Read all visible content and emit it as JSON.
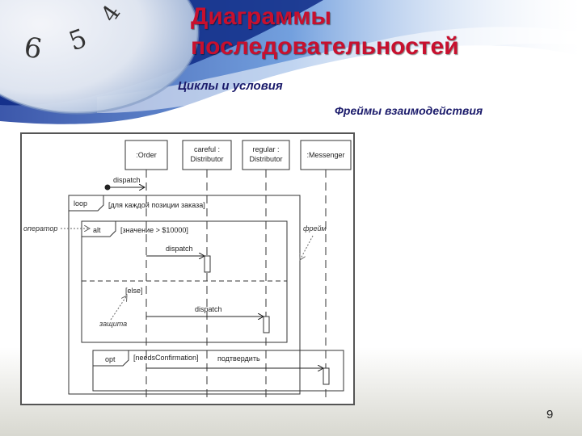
{
  "slide": {
    "title_line1": "Диаграммы",
    "title_line2": "последовательностей",
    "subtitle": "Циклы и условия",
    "caption": "Фреймы взаимодействия",
    "page_number": "9"
  },
  "decor": {
    "clock_numbers": [
      "6",
      "5",
      "4"
    ]
  },
  "diagram": {
    "lifelines": [
      {
        "line1": ":Order",
        "line2": ""
      },
      {
        "line1": "careful :",
        "line2": "Distributor"
      },
      {
        "line1": "regular :",
        "line2": "Distributor"
      },
      {
        "line1": ":Messenger",
        "line2": ""
      }
    ],
    "messages": {
      "found_dispatch": "dispatch",
      "alt_dispatch": "dispatch",
      "else_dispatch": "dispatch",
      "confirm": "подтвердить"
    },
    "frames": {
      "loop_op": "loop",
      "loop_guard": "[для каждой позиции заказа]",
      "alt_op": "alt",
      "alt_guard": "[значение > $10000]",
      "else_guard": "[else]",
      "opt_op": "opt",
      "opt_guard": "[needsConfirmation]"
    },
    "annotations": {
      "operator": "оператор",
      "frame": "фрейм",
      "guard": "защита"
    }
  },
  "colors": {
    "title": "#c8102e",
    "subtitle": "#1b1b6b",
    "diagram_border": "#555555"
  }
}
